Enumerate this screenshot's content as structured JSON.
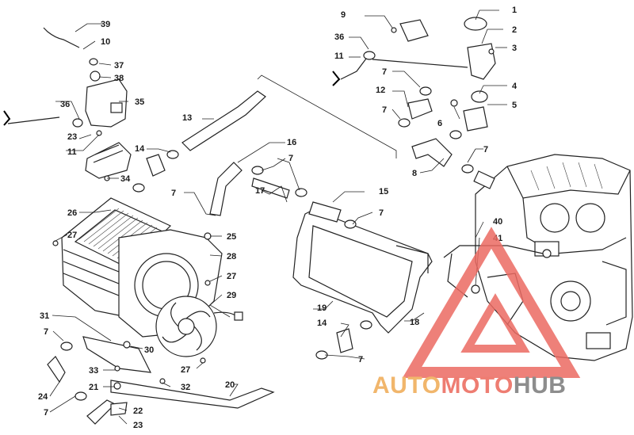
{
  "callouts": {
    "c1": "1",
    "c2": "2",
    "c3": "3",
    "c4": "4",
    "c5": "5",
    "c6": "6",
    "c7": "7",
    "c8": "8",
    "c9": "9",
    "c10": "10",
    "c11": "11",
    "c12": "12",
    "c13": "13",
    "c14": "14",
    "c15": "15",
    "c16": "16",
    "c17": "17",
    "c18": "18",
    "c19": "19",
    "c20": "20",
    "c21": "21",
    "c22": "22",
    "c23": "23",
    "c24": "24",
    "c25": "25",
    "c26": "26",
    "c27": "27",
    "c28": "28",
    "c29": "29",
    "c30": "30",
    "c31": "31",
    "c32": "32",
    "c33": "33",
    "c34": "34",
    "c35": "35",
    "c36": "36",
    "c37": "37",
    "c38": "38",
    "c39": "39",
    "c40": "40",
    "c41": "41"
  },
  "watermark": {
    "part1": "AUTO",
    "part2": "MOTO",
    "part3": "HUB",
    "colors": {
      "auto": "#f1b66c",
      "moto": "#ee7d72",
      "hub": "#8d8d8d",
      "triangle": "#ec6a62"
    }
  }
}
